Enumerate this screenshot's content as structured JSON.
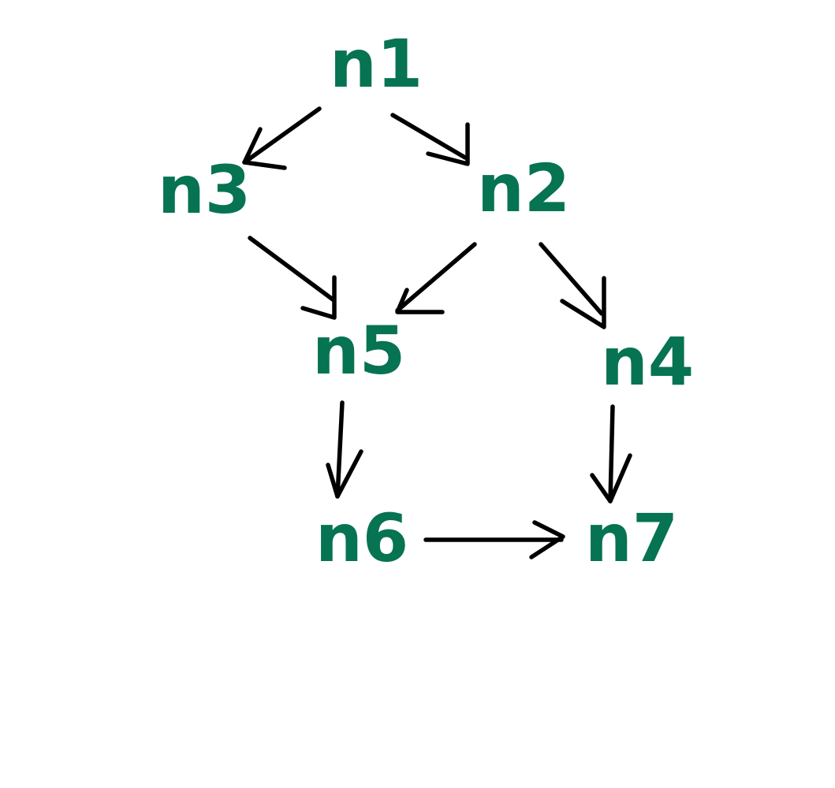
{
  "diagram": {
    "node_color": "#067352",
    "edge_color": "#000000",
    "background": "#ffffff",
    "nodes": [
      {
        "id": "n1",
        "label": "n1"
      },
      {
        "id": "n2",
        "label": "n2"
      },
      {
        "id": "n3",
        "label": "n3"
      },
      {
        "id": "n4",
        "label": "n4"
      },
      {
        "id": "n5",
        "label": "n5"
      },
      {
        "id": "n6",
        "label": "n6"
      },
      {
        "id": "n7",
        "label": "n7"
      }
    ],
    "edges": [
      {
        "from": "n1",
        "to": "n3"
      },
      {
        "from": "n1",
        "to": "n2"
      },
      {
        "from": "n3",
        "to": "n5"
      },
      {
        "from": "n2",
        "to": "n5"
      },
      {
        "from": "n2",
        "to": "n4"
      },
      {
        "from": "n5",
        "to": "n6"
      },
      {
        "from": "n4",
        "to": "n7"
      },
      {
        "from": "n6",
        "to": "n7"
      }
    ]
  }
}
